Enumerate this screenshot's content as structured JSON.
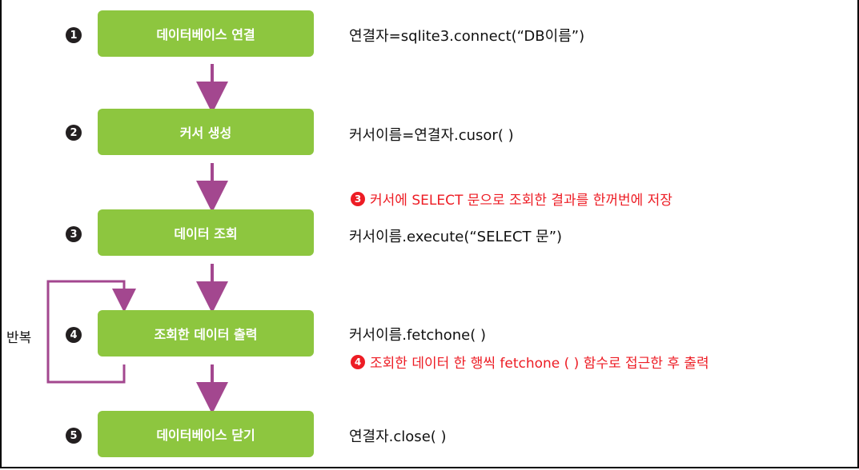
{
  "steps": [
    {
      "num": "1",
      "label": "데이터베이스 연결",
      "code": "연결자=sqlite3.connect(“DB이름”)"
    },
    {
      "num": "2",
      "label": "커서 생성",
      "code": "커서이름=연결자.cusor( )"
    },
    {
      "num": "3",
      "label": "데이터 조회",
      "code": "커서이름.execute(“SELECT 문”)"
    },
    {
      "num": "4",
      "label": "조회한 데이터 출력",
      "code": "커서이름.fetchone( )"
    },
    {
      "num": "5",
      "label": "데이터베이스 닫기",
      "code": "연결자.close( )"
    }
  ],
  "notes": [
    {
      "num": "3",
      "text": "커서에 SELECT 문으로 조회한 결과를 한꺼번에 저장"
    },
    {
      "num": "4",
      "text": "조회한 데이터 한 행씩 fetchone ( ) 함수로 접근한 후 출력"
    }
  ],
  "repeat_label": "반복",
  "colors": {
    "box": "#8dc63f",
    "arrow": "#a3478f",
    "note": "#ed1c24"
  }
}
